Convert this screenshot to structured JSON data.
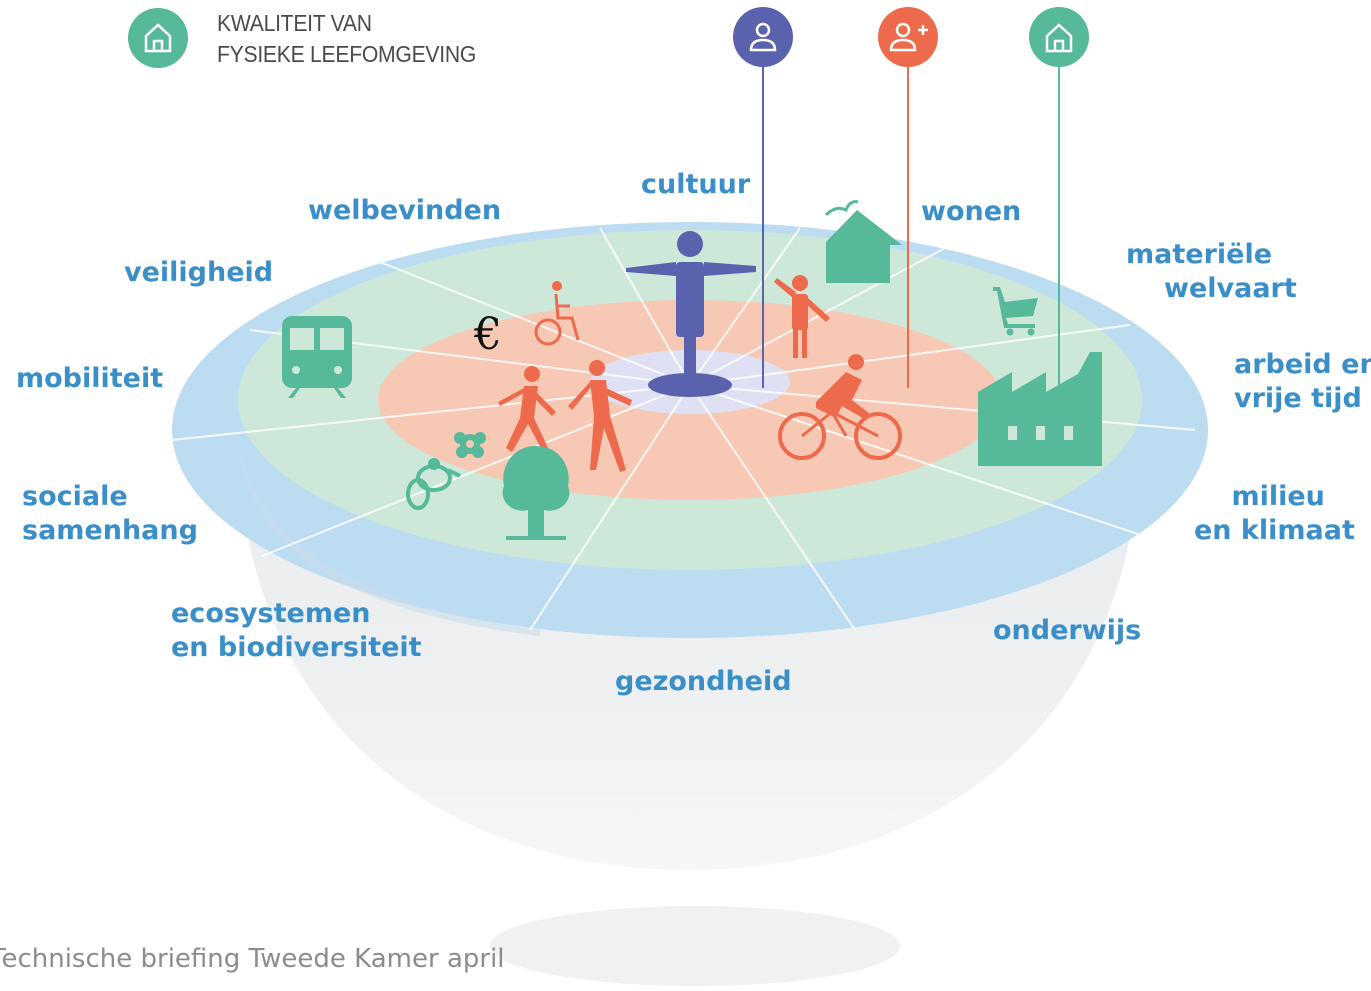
{
  "legend": {
    "title_line1": "KWALITEIT VAN",
    "title_line2": "FYSIEKE LEEFOMGEVING",
    "icon": "home-icon",
    "color": "#55b99a"
  },
  "pins": [
    {
      "icon": "person-icon",
      "color": "#5b62ad"
    },
    {
      "icon": "add-person-icon",
      "color": "#ee6a4c"
    },
    {
      "icon": "home-icon",
      "color": "#55b99a"
    }
  ],
  "domains": {
    "cultuur": "cultuur",
    "welbevinden": "welbevinden",
    "wonen": "wonen",
    "materiele_1": "materiële",
    "materiele_2": "welvaart",
    "veiligheid": "veiligheid",
    "arbeid_1": "arbeid en",
    "arbeid_2": "vrije tijd",
    "mobiliteit": "mobiliteit",
    "sociale_1": "sociale",
    "sociale_2": "samenhang",
    "milieu_1": "milieu",
    "milieu_2": "en klimaat",
    "eco_1": "ecosystemen",
    "eco_2": "en biodiversiteit",
    "onderwijs": "onderwijs",
    "gezondheid": "gezondheid"
  },
  "euro_symbol": "€",
  "footer_text": "Technische briefing Tweede Kamer april",
  "colors": {
    "outer_ring": "#bcdcf2",
    "middle_ring": "#cde8d9",
    "inner_ring": "#f7c8b3",
    "center": "#dfe0f4",
    "label": "#3a8fc8",
    "person": "#5b62ad",
    "orange": "#ee6a4c",
    "green": "#55b99a"
  }
}
